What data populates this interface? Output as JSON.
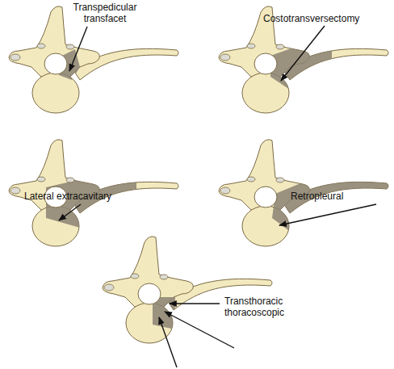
{
  "diagram": {
    "labels": [
      "Transpedicular transfacet",
      "Costotransversectomy",
      "Lateral extracavitary",
      "Retropleural",
      "Transthoracic thoracoscopic"
    ]
  }
}
